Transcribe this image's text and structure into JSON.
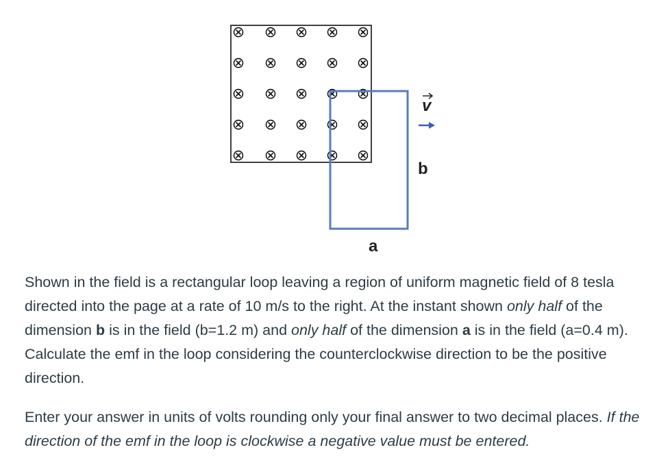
{
  "figure": {
    "label_a": "a",
    "label_b": "b",
    "label_v": "v",
    "field_symbol": "×",
    "colors": {
      "field_border": "#000000",
      "loop": "#5b7bbf",
      "arrow": "#3c5fb0",
      "text": "#222222"
    }
  },
  "problem": {
    "p1_part1": "Shown in the field is a rectangular loop leaving a region of uniform magnetic field of 8 tesla directed into the page at a rate of 10 m/s to the right. At the instant shown ",
    "p1_italic1": "only half",
    "p1_part2": " of the dimension ",
    "p1_bold_b": "b",
    "p1_part3": " is in the field (b=1.2 m) and ",
    "p1_italic2": "only half",
    "p1_part4": " of the dimension ",
    "p1_bold_a": "a",
    "p1_part5": " is in the field (a=0.4 m). Calculate the emf in the loop considering the counterclockwise direction to be the positive direction.",
    "p2_part1": "Enter your answer in units of volts rounding only your final answer to two decimal places. ",
    "p2_italic": "If the direction of the emf in the loop is clockwise a negative value must be entered."
  }
}
